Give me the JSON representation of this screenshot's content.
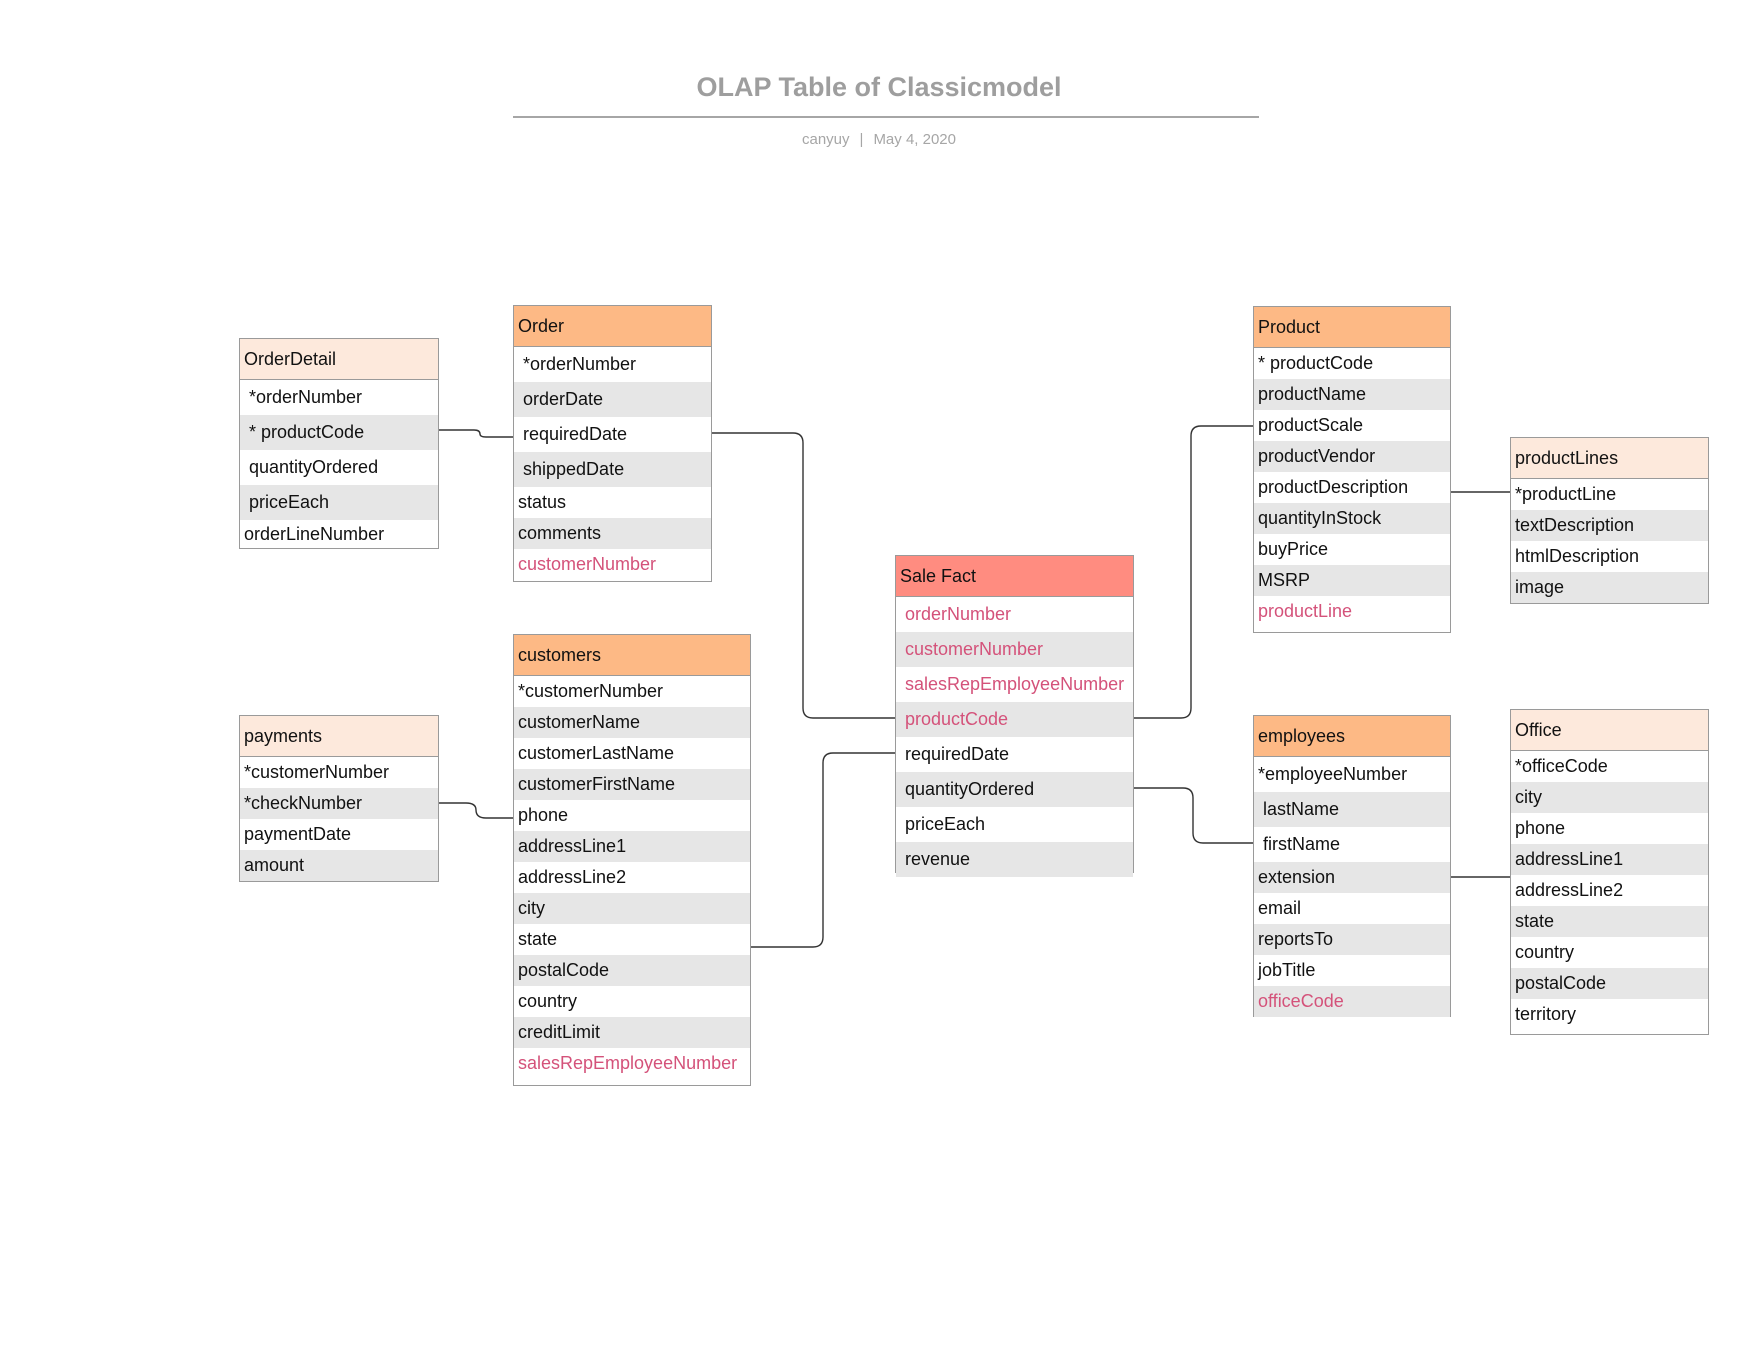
{
  "document": {
    "title": "OLAP Table of Classicmodel",
    "author": "canyuy",
    "separator": "|",
    "date": "May 4, 2020"
  },
  "colors": {
    "header_light": "#fde9dc",
    "header_orange": "#fdb985",
    "header_fact": "#ff8c80",
    "foreign_key_text": "#d4527a",
    "row_alt": "#e6e6e6",
    "title_gray": "#9e9e9e"
  },
  "tables": {
    "orderdetail": {
      "name": "OrderDetail",
      "fields": [
        {
          "label": "*orderNumber"
        },
        {
          "label": "* productCode"
        },
        {
          "label": "quantityOrdered"
        },
        {
          "label": "priceEach"
        },
        {
          "label": "orderLineNumber"
        }
      ]
    },
    "order": {
      "name": "Order",
      "fields": [
        {
          "label": "*orderNumber"
        },
        {
          "label": "orderDate"
        },
        {
          "label": "requiredDate"
        },
        {
          "label": "shippedDate"
        },
        {
          "label": "status"
        },
        {
          "label": "comments"
        },
        {
          "label": "customerNumber",
          "fk": true
        }
      ]
    },
    "product": {
      "name": "Product",
      "fields": [
        {
          "label": "* productCode"
        },
        {
          "label": "productName"
        },
        {
          "label": "productScale"
        },
        {
          "label": "productVendor"
        },
        {
          "label": "productDescription"
        },
        {
          "label": "quantityInStock"
        },
        {
          "label": "buyPrice"
        },
        {
          "label": "MSRP"
        },
        {
          "label": "productLine",
          "fk": true
        }
      ]
    },
    "productlines": {
      "name": "productLines",
      "fields": [
        {
          "label": "*productLine"
        },
        {
          "label": "textDescription"
        },
        {
          "label": "htmlDescription"
        },
        {
          "label": "image"
        }
      ]
    },
    "salefact": {
      "name": "Sale Fact",
      "fields": [
        {
          "label": "orderNumber",
          "fk": true
        },
        {
          "label": "customerNumber",
          "fk": true
        },
        {
          "label": "salesRepEmployeeNumber",
          "fk": true
        },
        {
          "label": "productCode",
          "fk": true
        },
        {
          "label": "requiredDate"
        },
        {
          "label": "quantityOrdered"
        },
        {
          "label": "priceEach"
        },
        {
          "label": "revenue"
        }
      ]
    },
    "customers": {
      "name": "customers",
      "fields": [
        {
          "label": "*customerNumber"
        },
        {
          "label": "customerName"
        },
        {
          "label": "customerLastName"
        },
        {
          "label": "customerFirstName"
        },
        {
          "label": "phone"
        },
        {
          "label": "addressLine1"
        },
        {
          "label": "addressLine2"
        },
        {
          "label": "city"
        },
        {
          "label": "state"
        },
        {
          "label": "postalCode"
        },
        {
          "label": "country"
        },
        {
          "label": "creditLimit"
        },
        {
          "label": "salesRepEmployeeNumber",
          "fk": true
        }
      ]
    },
    "payments": {
      "name": "payments",
      "fields": [
        {
          "label": "*customerNumber"
        },
        {
          "label": "*checkNumber"
        },
        {
          "label": "paymentDate"
        },
        {
          "label": "amount"
        }
      ]
    },
    "employees": {
      "name": "employees",
      "fields": [
        {
          "label": "*employeeNumber"
        },
        {
          "label": " lastName"
        },
        {
          "label": " firstName"
        },
        {
          "label": "extension"
        },
        {
          "label": "email"
        },
        {
          "label": "reportsTo"
        },
        {
          "label": "jobTitle"
        },
        {
          "label": "officeCode",
          "fk": true
        }
      ]
    },
    "office": {
      "name": "Office",
      "fields": [
        {
          "label": "*officeCode"
        },
        {
          "label": "city"
        },
        {
          "label": "phone"
        },
        {
          "label": "addressLine1"
        },
        {
          "label": "addressLine2"
        },
        {
          "label": "state"
        },
        {
          "label": "country"
        },
        {
          "label": "postalCode"
        },
        {
          "label": "territory"
        }
      ]
    }
  }
}
